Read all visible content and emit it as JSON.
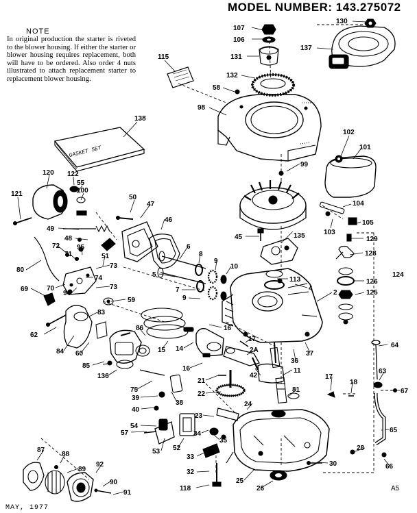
{
  "title": "MODEL NUMBER:  143.275072",
  "note": {
    "heading": "NOTE",
    "body": "In original production the starter is riveted to the blower housing. If either the starter or blower housing requires replacement, both will have to be ordered. Also order 4 nuts illustrated to attach replacement starter to replacement blower housing."
  },
  "gasket_set_label": "GASKET SET",
  "footer": {
    "date": "MAY, 1977",
    "code": "A5"
  },
  "part_labels": [
    {
      "id": "l107",
      "text": "107"
    },
    {
      "id": "l106",
      "text": "106"
    },
    {
      "id": "l131",
      "text": "131"
    },
    {
      "id": "l132",
      "text": "132"
    },
    {
      "id": "l130",
      "text": "130"
    },
    {
      "id": "l137",
      "text": "137"
    },
    {
      "id": "l115",
      "text": "115"
    },
    {
      "id": "l58",
      "text": "58"
    },
    {
      "id": "l98",
      "text": "98"
    },
    {
      "id": "l138",
      "text": "138"
    },
    {
      "id": "l102",
      "text": "102"
    },
    {
      "id": "l101",
      "text": "101"
    },
    {
      "id": "l99",
      "text": "99"
    },
    {
      "id": "l120",
      "text": "120"
    },
    {
      "id": "l122",
      "text": "122"
    },
    {
      "id": "l55",
      "text": "55"
    },
    {
      "id": "l100",
      "text": "100"
    },
    {
      "id": "l121",
      "text": "121"
    },
    {
      "id": "l50",
      "text": "50"
    },
    {
      "id": "l47",
      "text": "47"
    },
    {
      "id": "l104",
      "text": "104"
    },
    {
      "id": "l103",
      "text": "103"
    },
    {
      "id": "l105",
      "text": "105"
    },
    {
      "id": "l49",
      "text": "49"
    },
    {
      "id": "l46",
      "text": "46"
    },
    {
      "id": "l48",
      "text": "48"
    },
    {
      "id": "l45",
      "text": "45"
    },
    {
      "id": "l135",
      "text": "135"
    },
    {
      "id": "l129",
      "text": "129"
    },
    {
      "id": "l72",
      "text": "72"
    },
    {
      "id": "l95",
      "text": "95"
    },
    {
      "id": "l6",
      "text": "6"
    },
    {
      "id": "l128",
      "text": "128"
    },
    {
      "id": "l80",
      "text": "80"
    },
    {
      "id": "l71",
      "text": "71"
    },
    {
      "id": "l51",
      "text": "51"
    },
    {
      "id": "l8",
      "text": "8"
    },
    {
      "id": "l73a",
      "text": "73"
    },
    {
      "id": "l9a",
      "text": "9"
    },
    {
      "id": "l10",
      "text": "10"
    },
    {
      "id": "l74",
      "text": "74"
    },
    {
      "id": "l5",
      "text": "5"
    },
    {
      "id": "l113",
      "text": "113"
    },
    {
      "id": "l126",
      "text": "126"
    },
    {
      "id": "l124",
      "text": "124"
    },
    {
      "id": "l69",
      "text": "69"
    },
    {
      "id": "l70",
      "text": "70"
    },
    {
      "id": "l73b",
      "text": "73"
    },
    {
      "id": "l7",
      "text": "7"
    },
    {
      "id": "l4",
      "text": "4"
    },
    {
      "id": "l94",
      "text": "94"
    },
    {
      "id": "l9b",
      "text": "9"
    },
    {
      "id": "l2",
      "text": "2"
    },
    {
      "id": "l125",
      "text": "125"
    },
    {
      "id": "l59",
      "text": "59"
    },
    {
      "id": "l83",
      "text": "83"
    },
    {
      "id": "l62",
      "text": "62"
    },
    {
      "id": "l86",
      "text": "86"
    },
    {
      "id": "l16a",
      "text": "16"
    },
    {
      "id": "l17a",
      "text": "17"
    },
    {
      "id": "l64",
      "text": "64"
    },
    {
      "id": "l84",
      "text": "84"
    },
    {
      "id": "l60",
      "text": "60"
    },
    {
      "id": "l15",
      "text": "15"
    },
    {
      "id": "l14",
      "text": "14"
    },
    {
      "id": "l2a",
      "text": "2A"
    },
    {
      "id": "l37",
      "text": "37"
    },
    {
      "id": "l85",
      "text": "85"
    },
    {
      "id": "l36",
      "text": "36"
    },
    {
      "id": "l42",
      "text": "42"
    },
    {
      "id": "l11",
      "text": "11"
    },
    {
      "id": "l16b",
      "text": "16"
    },
    {
      "id": "l136",
      "text": "136"
    },
    {
      "id": "l63",
      "text": "63"
    },
    {
      "id": "l17b",
      "text": "17"
    },
    {
      "id": "l18",
      "text": "18"
    },
    {
      "id": "l21",
      "text": "21"
    },
    {
      "id": "l75",
      "text": "75"
    },
    {
      "id": "l81",
      "text": "81"
    },
    {
      "id": "l67",
      "text": "67"
    },
    {
      "id": "l22",
      "text": "22"
    },
    {
      "id": "l39",
      "text": "39"
    },
    {
      "id": "l38",
      "text": "38"
    },
    {
      "id": "l24",
      "text": "24"
    },
    {
      "id": "l40",
      "text": "40"
    },
    {
      "id": "l23",
      "text": "23"
    },
    {
      "id": "l54",
      "text": "54"
    },
    {
      "id": "l57",
      "text": "57"
    },
    {
      "id": "l34",
      "text": "34"
    },
    {
      "id": "l65",
      "text": "65"
    },
    {
      "id": "l35",
      "text": "35"
    },
    {
      "id": "l53",
      "text": "53"
    },
    {
      "id": "l52",
      "text": "52"
    },
    {
      "id": "l87",
      "text": "87"
    },
    {
      "id": "l88",
      "text": "88"
    },
    {
      "id": "l28",
      "text": "28"
    },
    {
      "id": "l33",
      "text": "33"
    },
    {
      "id": "l92",
      "text": "92"
    },
    {
      "id": "l89",
      "text": "89"
    },
    {
      "id": "l30",
      "text": "30"
    },
    {
      "id": "l66",
      "text": "66"
    },
    {
      "id": "l32",
      "text": "32"
    },
    {
      "id": "l90",
      "text": "90"
    },
    {
      "id": "l25",
      "text": "25"
    },
    {
      "id": "l91",
      "text": "91"
    },
    {
      "id": "l118",
      "text": "118"
    },
    {
      "id": "l26",
      "text": "26"
    }
  ]
}
